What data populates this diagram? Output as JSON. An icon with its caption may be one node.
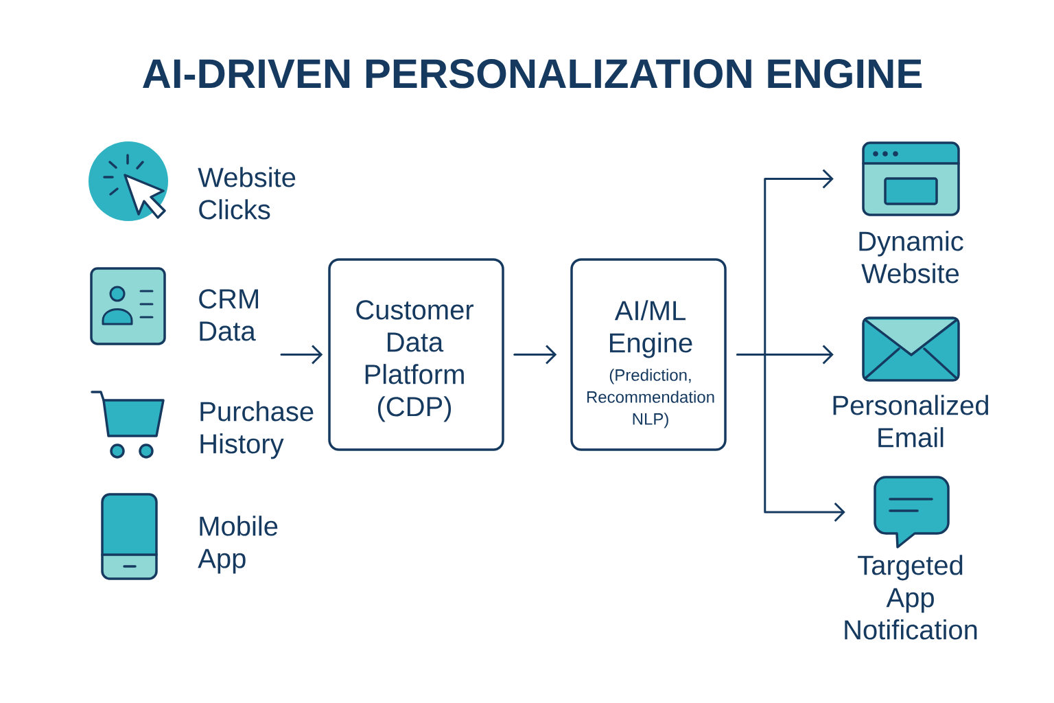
{
  "diagram": {
    "title": "AI-DRIVEN PERSONALIZATION ENGINE",
    "nodes": [
      {
        "text": [
          "Website Clicks"
        ]
      },
      {
        "text": [
          "CRM Data"
        ]
      },
      {
        "text": [
          "Purchase History"
        ]
      },
      {
        "text": [
          "Mobile App"
        ]
      },
      {
        "text": [
          "Customer Data Platform (CDP)"
        ]
      },
      {
        "text": [
          "AI/ML Engine",
          "(Prediction, Recommendation NLP)"
        ]
      },
      {
        "text": [
          "Dynamic Website"
        ]
      },
      {
        "text": [
          "Personalized Email"
        ]
      },
      {
        "text": [
          "Targeted App Notification"
        ]
      }
    ],
    "edges": [
      {
        "from": null,
        "to": 4,
        "arrow": "to"
      },
      {
        "from": 4,
        "to": 5,
        "arrow": "to"
      },
      {
        "from": 5,
        "to": 6,
        "arrow": "to"
      },
      {
        "from": 5,
        "to": 7,
        "arrow": "to"
      },
      {
        "from": 5,
        "to": 8,
        "arrow": "to"
      }
    ]
  }
}
